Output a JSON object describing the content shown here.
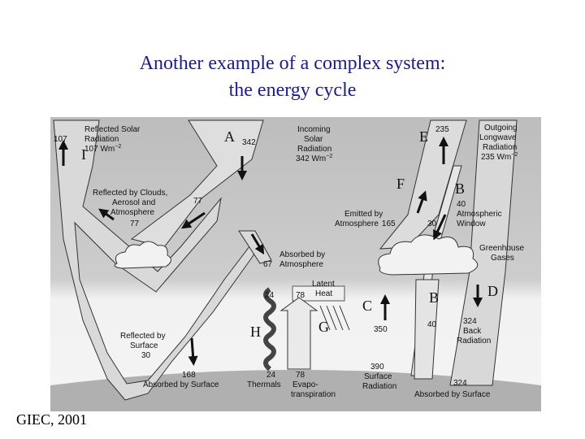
{
  "title": {
    "line1": "Another example of a complex system:",
    "line2": "the energy cycle"
  },
  "credit": "GIEC, 2001",
  "diagram": {
    "reflected_solar": {
      "value": "107",
      "line1": "Reflected Solar",
      "line2": "Radiation",
      "line3": "107 Wm",
      "exp": "−2"
    },
    "incoming_solar": {
      "value": "342",
      "line1": "Incoming",
      "line2": "Solar",
      "line3": "Radiation",
      "line4": "342 Wm",
      "exp": "−2"
    },
    "outgoing_lw": {
      "value": "235",
      "line1": "Outgoing",
      "line2": "Longwave",
      "line3": "Radiation",
      "line4": "235 Wm",
      "exp": "−2"
    },
    "reflected_clouds": {
      "line1": "Reflected by Clouds,",
      "line2": "Aerosol and",
      "line3": "Atmosphere",
      "value_a": "77",
      "value_b": "77"
    },
    "emitted_atm": {
      "line1": "Emitted by",
      "line2": "Atmosphere",
      "value": "165"
    },
    "atm_window": {
      "value_top": "40",
      "line1": "Atmospheric",
      "line2": "Window",
      "value_mid": "30"
    },
    "greenhouse": {
      "line1": "Greenhouse",
      "line2": "Gases"
    },
    "absorbed_atm": {
      "value": "67",
      "line1": "Absorbed by",
      "line2": "Atmosphere"
    },
    "latent_heat": {
      "value": "78",
      "line1": "Latent",
      "line2": "Heat"
    },
    "thermals": {
      "value_top": "24",
      "value_bottom": "24",
      "label": "Thermals"
    },
    "evapo": {
      "value": "78",
      "line1": "Evapo-",
      "line2": "transpiration"
    },
    "surface_rad": {
      "value_a": "350",
      "value_b": "390",
      "line1": "Surface",
      "line2": "Radiation",
      "value_window": "40"
    },
    "back_rad": {
      "value": "324",
      "line1": "Back",
      "line2": "Radiation"
    },
    "reflected_surface": {
      "line1": "Reflected by",
      "line2": "Surface",
      "value": "30"
    },
    "absorbed_surface_left": {
      "value": "168",
      "label": "Absorbed by Surface"
    },
    "absorbed_surface_right": {
      "value": "324",
      "label": "Absorbed by Surface"
    },
    "letters": {
      "A": "A",
      "B": "B",
      "B2": "B",
      "C": "C",
      "D": "D",
      "E": "E",
      "F": "F",
      "G": "G",
      "H": "H",
      "I": "I"
    },
    "colors": {
      "flow": "#d6d6d6",
      "flow_edge": "#3a3a3a",
      "atmosphere": "#c9c9c9",
      "lower_atm": "#ececec",
      "ground": "#b8b8b8"
    }
  }
}
